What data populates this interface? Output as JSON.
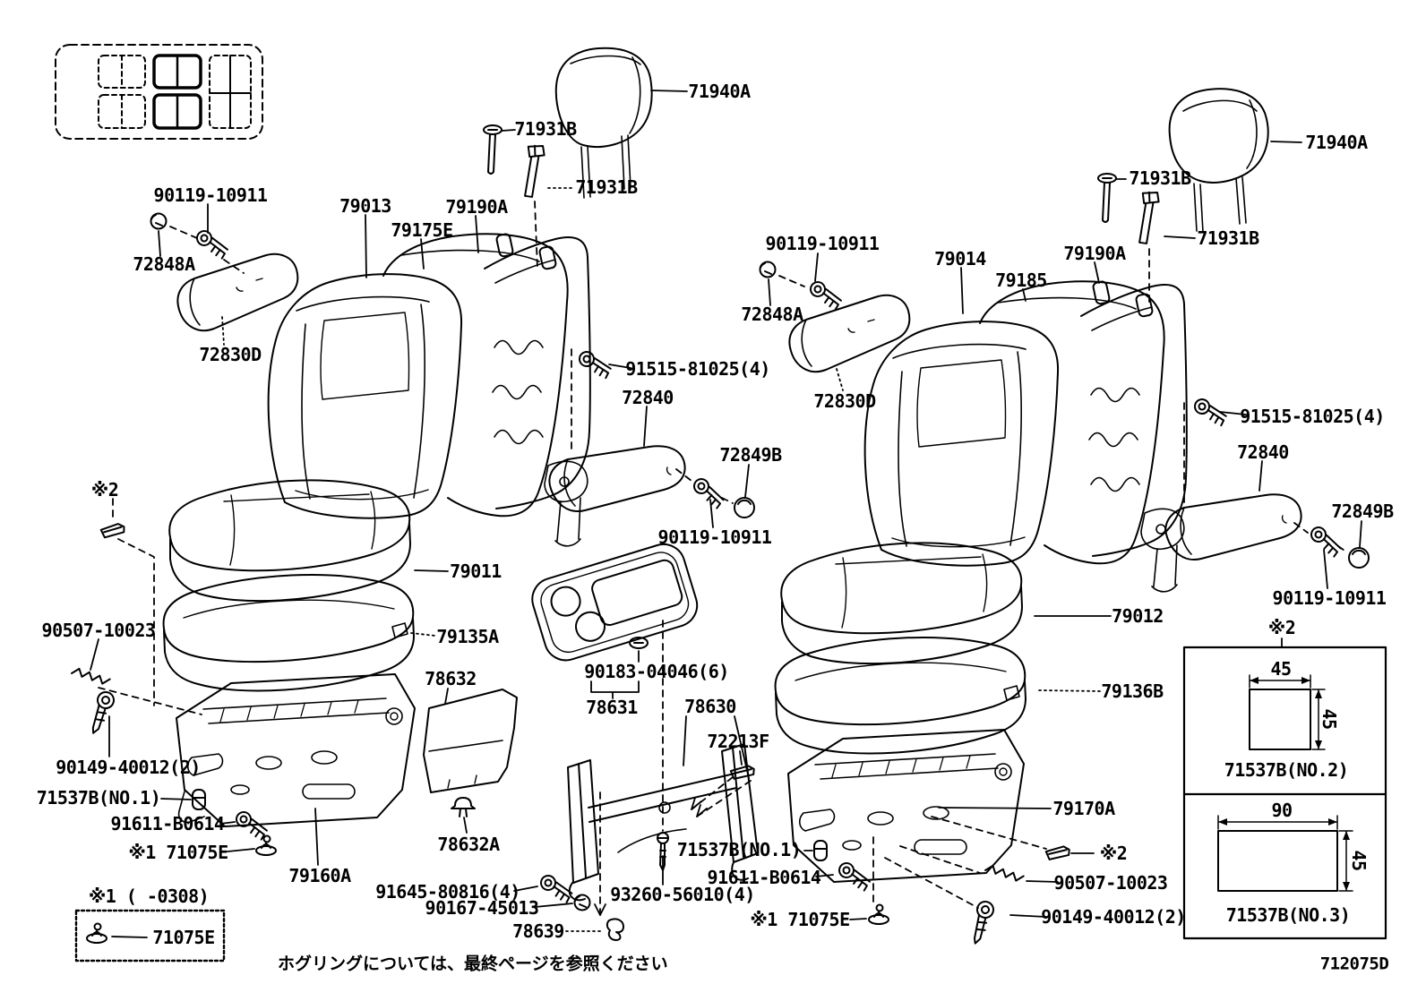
{
  "page": {
    "drawing_code": "712075D",
    "footnote": "ホグリングについては、最終ページを参照ください"
  },
  "legend": {
    "note": "※1 (    -0308)",
    "part": "71075E"
  },
  "dim_box": {
    "note": "※2",
    "no2": {
      "part": "71537B(NO.2)",
      "width": "45",
      "height": "45"
    },
    "no3": {
      "part": "71537B(NO.3)",
      "width": "90",
      "height": "45"
    }
  },
  "labels": [
    {
      "t": "90119-10911"
    },
    {
      "t": "72848A"
    },
    {
      "t": "79013"
    },
    {
      "t": "79175E"
    },
    {
      "t": "79190A"
    },
    {
      "t": "71931B"
    },
    {
      "t": "71940A"
    },
    {
      "t": "71931B"
    },
    {
      "t": "72830D"
    },
    {
      "t": "91515-81025(4)"
    },
    {
      "t": "72840"
    },
    {
      "t": "72849B"
    },
    {
      "t": "90119-10911"
    },
    {
      "t": "※2"
    },
    {
      "t": "79011"
    },
    {
      "t": "90507-10023"
    },
    {
      "t": "79135A"
    },
    {
      "t": "78632"
    },
    {
      "t": "90183-04046(6)"
    },
    {
      "t": "78631"
    },
    {
      "t": "78630"
    },
    {
      "t": "72213F"
    },
    {
      "t": "90149-40012(2)"
    },
    {
      "t": "71537B(NO.1)"
    },
    {
      "t": "91611-B0614"
    },
    {
      "t": "※1 71075E"
    },
    {
      "t": "79160A"
    },
    {
      "t": "78632A"
    },
    {
      "t": "91645-80816(4)"
    },
    {
      "t": "90167-45013"
    },
    {
      "t": "78639"
    },
    {
      "t": "93260-56010(4)"
    },
    {
      "t": "71537B(NO.1)"
    },
    {
      "t": "91611-B0614"
    },
    {
      "t": "※1 71075E"
    },
    {
      "t": "90119-10911"
    },
    {
      "t": "72848A"
    },
    {
      "t": "72830D"
    },
    {
      "t": "79014"
    },
    {
      "t": "79185"
    },
    {
      "t": "79190A"
    },
    {
      "t": "71931B"
    },
    {
      "t": "71940A"
    },
    {
      "t": "71931B"
    },
    {
      "t": "91515-81025(4)"
    },
    {
      "t": "72840"
    },
    {
      "t": "72849B"
    },
    {
      "t": "90119-10911"
    },
    {
      "t": "79012"
    },
    {
      "t": "79136B"
    },
    {
      "t": "79170A"
    },
    {
      "t": "※2"
    },
    {
      "t": "90507-10023"
    },
    {
      "t": "90149-40012(2)"
    }
  ]
}
